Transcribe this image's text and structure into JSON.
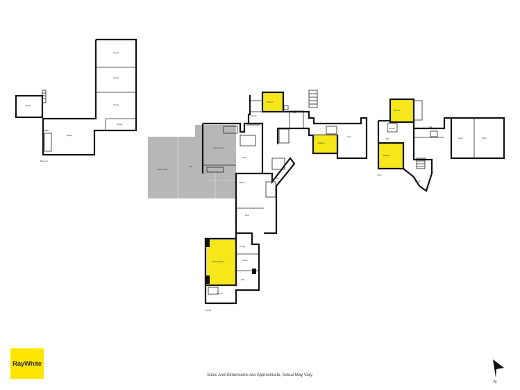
{
  "brand": {
    "logo_text": "RayWhite",
    "logo_color": "#ffe600"
  },
  "disclaimer": "Sizes And Dimensions Are Approximate, Actual May Vary.",
  "compass": {
    "label": "N"
  },
  "colors": {
    "highlight": "#f6e71b",
    "deck": "#b5b7b8",
    "wall": "#111111"
  },
  "rooms": {
    "garage_small": "Garage",
    "garage_main": "Garage",
    "storage_1": "Storage",
    "storage_2": "Storage",
    "storage_3": "Storage",
    "storage_4": "Storage",
    "covered_deck": "Covered Deck",
    "deck": "Deck",
    "entertainment": "Entertainment",
    "kitchen": "Kitchen",
    "dining": "Dining",
    "bedroom_top": "Bedroom",
    "bath": "Bath",
    "bedroom_mid": "Bedroom",
    "study": "Study",
    "wc": "WC",
    "hallway": "Hallway",
    "foyer": "Foyer",
    "lounge": "Lounge",
    "games": "Games",
    "master_bedroom": "Master Bedroom",
    "ensuite": "Ensuite",
    "wir": "WIR",
    "laundry": "Laundry",
    "bedroom_upper": "Bedroom",
    "bath_upper": "Bath",
    "bedroom_upper2": "Bedroom",
    "hall_upper": "Hall",
    "family": "Family",
    "sitting": "Sitting",
    "balcony": "Balcony"
  },
  "level_labels": {
    "basement": "Basement",
    "ground": "Ground",
    "upper": "Upper"
  }
}
